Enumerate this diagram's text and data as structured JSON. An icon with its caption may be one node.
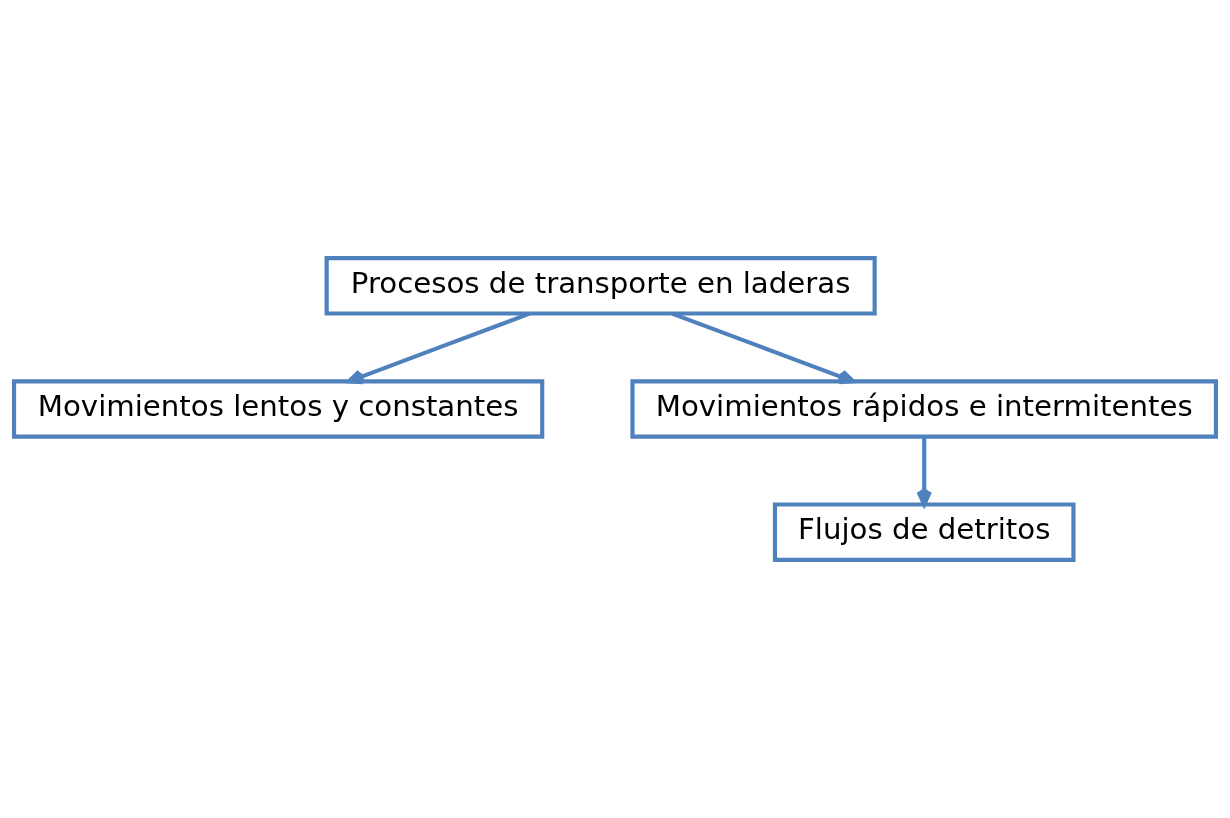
{
  "diagram": {
    "nodes": [
      {
        "text": [
          "Procesos de transporte en laderas"
        ]
      },
      {
        "text": [
          "Movimientos lentos y constantes"
        ]
      },
      {
        "text": [
          "Movimientos rápidos e intermitentes"
        ]
      },
      {
        "text": [
          "Flujos de detritos"
        ]
      }
    ],
    "edges": [
      {
        "from": 0,
        "to": 1,
        "arrow": "to"
      },
      {
        "from": 0,
        "to": 2,
        "arrow": "to"
      },
      {
        "from": 2,
        "to": 3,
        "arrow": "to"
      }
    ]
  }
}
